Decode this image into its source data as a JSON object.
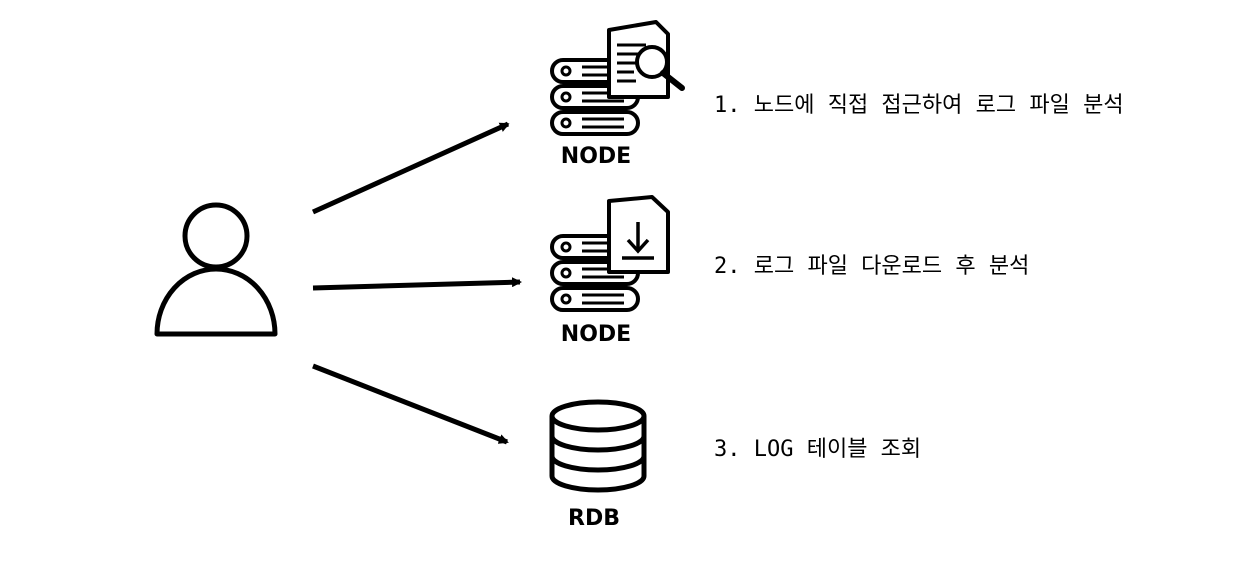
{
  "nodes": [
    {
      "id": "node1",
      "label": "NODE",
      "description": "1. 노드에 직접 접근하여 로그 파일 분석",
      "icon": "server-search-document-icon"
    },
    {
      "id": "node2",
      "label": "NODE",
      "description": "2. 로그 파일 다운로드 후 분석",
      "icon": "server-download-document-icon"
    },
    {
      "id": "rdb",
      "label": "RDB",
      "description": "3. LOG 테이블 조회",
      "icon": "database-icon"
    }
  ],
  "actor_icon": "user-icon",
  "colors": {
    "stroke": "#000000",
    "background": "#ffffff"
  }
}
